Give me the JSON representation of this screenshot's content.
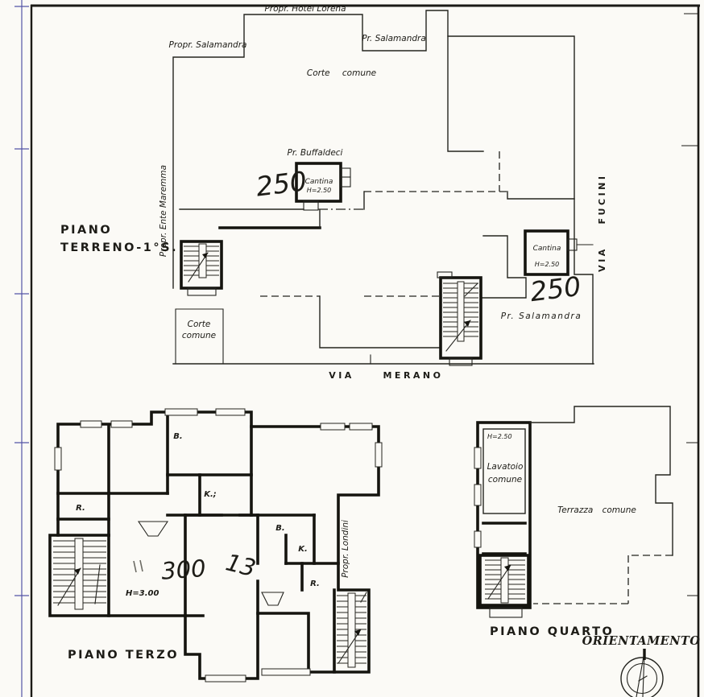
{
  "ground_floor": {
    "title_line1": "PIANO",
    "title_line2": "TERRENO-1°S.",
    "labels": {
      "prop_hotel_lorena": "Propr. Hotel Lorena",
      "prop_salamandra_top_left": "Propr. Salamandra",
      "prop_salamandra_top_right": "Pr. Salamandra",
      "corte_comune_top": "Corte comune",
      "prop_buffaldeci": "Pr. Buffaldeci",
      "prop_ente_maremma": "Propr. Ente Maremma",
      "prop_salamandra_right_unit": "Pr. Salamandra",
      "corte_left_line1": "Corte",
      "corte_left_line2": "comune"
    },
    "unit_left": {
      "number": "250",
      "room": "Cantina",
      "height": "H=2.50"
    },
    "unit_right": {
      "number": "250",
      "room": "Cantina",
      "height": "H=2.50"
    },
    "streets": {
      "bottom_word1": "VIA",
      "bottom_word2": "MERANO",
      "right_word1": "VIA",
      "right_word2": "FUCINI"
    }
  },
  "third_floor": {
    "title": "PIANO TERZO",
    "rooms": {
      "b1": "B.",
      "k1": "K.;",
      "r1": "R.",
      "b2": "B.",
      "k2": "K.",
      "r2": "R."
    },
    "apartment_number": "300",
    "handwritten_note": "13",
    "height": "H=3.00",
    "prop_londini": "Propr. Londini"
  },
  "fourth_floor": {
    "title": "PIANO QUARTO",
    "height": "H=2.50",
    "lavatoio_line1": "Lavatoio",
    "lavatoio_line2": "comune",
    "terrazza": "Terrazza comune"
  },
  "orientation": {
    "title": "ORIENTAMENTO"
  }
}
